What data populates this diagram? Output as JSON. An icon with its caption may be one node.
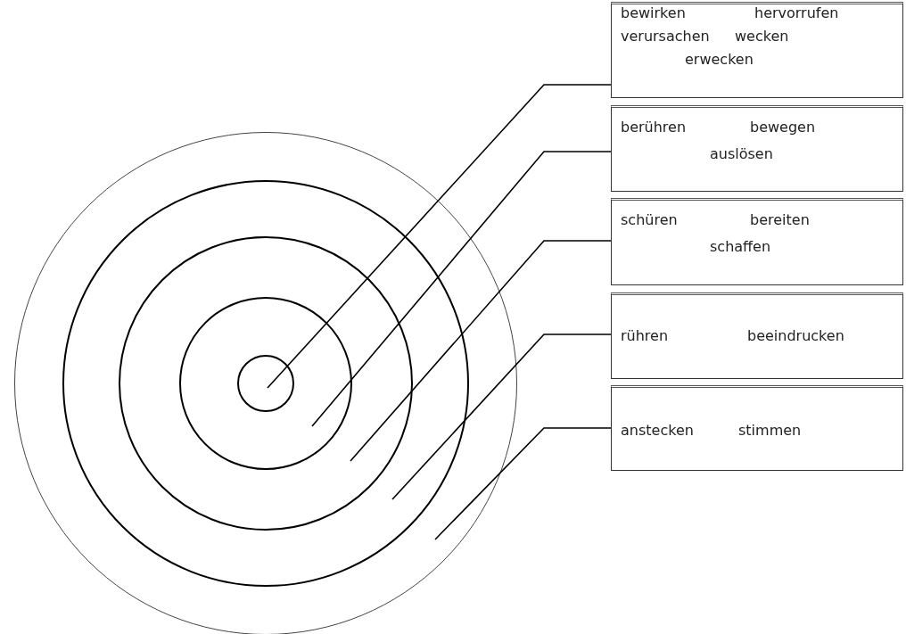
{
  "diagram": {
    "nodes": [
      {
        "text": [
          "bewirken",
          "hervorrufen",
          "verursachen",
          "wecken",
          "erwecken"
        ]
      },
      {
        "text": [
          "berühren",
          "bewegen",
          "auslösen"
        ]
      },
      {
        "text": [
          "schüren",
          "bereiten",
          "schaffen"
        ]
      },
      {
        "text": [
          "rühren",
          "beeindrucken"
        ]
      },
      {
        "text": [
          "anstecken",
          "stimmen"
        ]
      },
      {
        "text": [],
        "shape": "circle"
      },
      {
        "text": [],
        "shape": "circle",
        "in": 5
      },
      {
        "text": [],
        "shape": "circle",
        "in": 6
      },
      {
        "text": [],
        "shape": "circle",
        "in": 7
      },
      {
        "text": [],
        "shape": "circle",
        "in": 8
      }
    ],
    "edges": [
      {
        "from": 0,
        "to": 9,
        "arrow": "none"
      },
      {
        "from": 1,
        "to": 8,
        "arrow": "none"
      },
      {
        "from": 2,
        "to": 7,
        "arrow": "none"
      },
      {
        "from": 3,
        "to": 6,
        "arrow": "none"
      },
      {
        "from": 4,
        "to": 5,
        "arrow": "none"
      }
    ]
  }
}
